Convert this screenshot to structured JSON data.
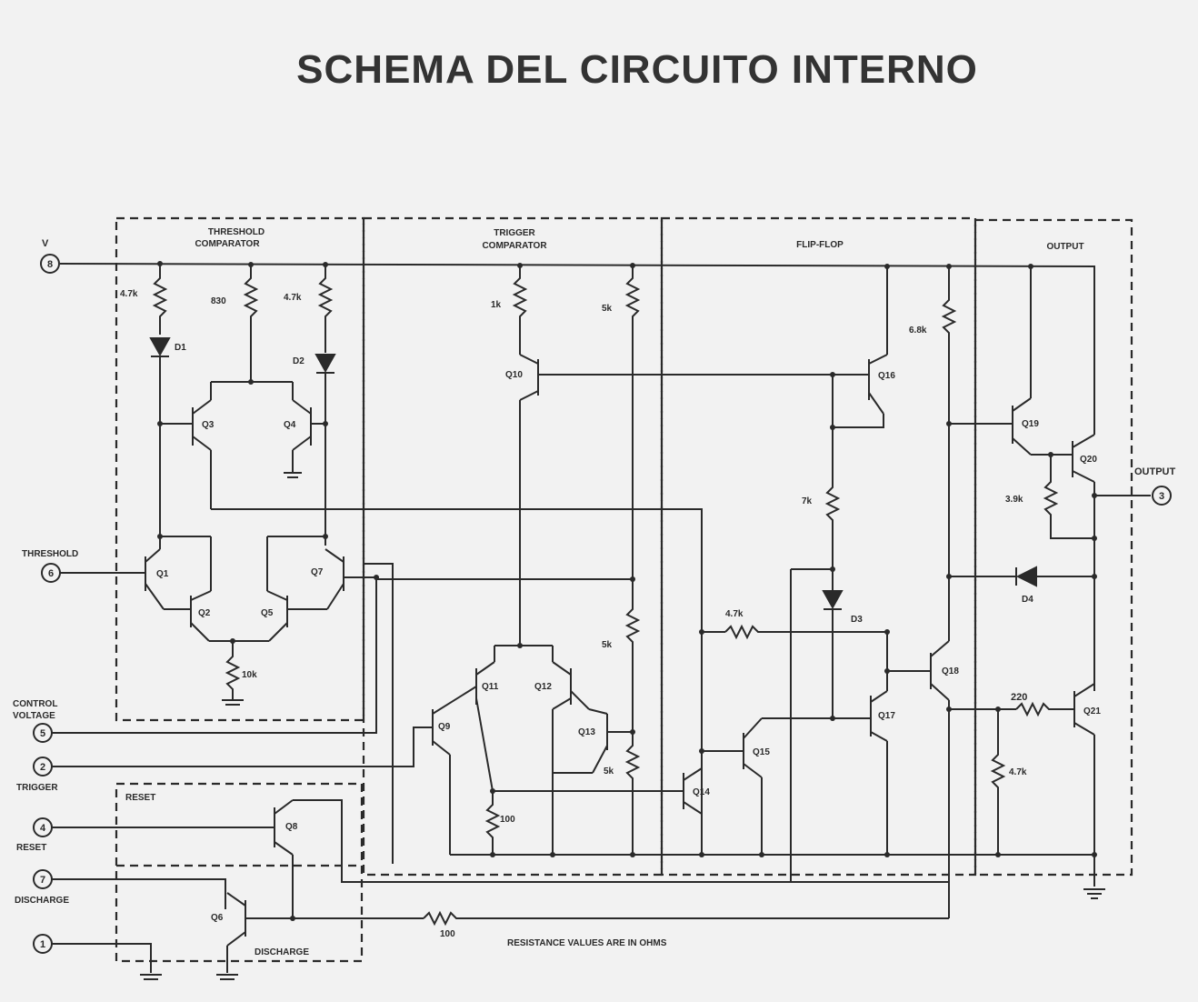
{
  "title": "SCHEMA DEL CIRCUITO INTERNO",
  "sections": {
    "threshold": "THRESHOLD",
    "threshold2": "COMPARATOR",
    "trigger": "TRIGGER",
    "trigger2": "COMPARATOR",
    "flipflop": "FLIP-FLOP",
    "output": "OUTPUT",
    "reset": "RESET",
    "discharge": "DISCHARGE"
  },
  "pins": {
    "p8": "8",
    "p6": "6",
    "p5": "5",
    "p2": "2",
    "p4": "4",
    "p7": "7",
    "p1": "1",
    "p3": "3"
  },
  "pin_labels": {
    "v": "V",
    "threshold": "THRESHOLD",
    "control1": "CONTROL",
    "control2": "VOLTAGE",
    "trigger": "TRIGGER",
    "reset": "RESET",
    "discharge": "DISCHARGE",
    "output": "OUTPUT"
  },
  "components": {
    "r1": "4.7k",
    "r2": "830",
    "r3": "4.7k",
    "r4": "1k",
    "r5": "5k",
    "r6": "6.8k",
    "r7": "3.9k",
    "r8": "7k",
    "r9": "4.7k",
    "r10": "5k",
    "r11": "5k",
    "r12": "10k",
    "r13": "100",
    "r14": "220",
    "r15": "4.7k",
    "r16": "100",
    "d1": "D1",
    "d2": "D2",
    "d3": "D3",
    "d4": "D4",
    "q1": "Q1",
    "q2": "Q2",
    "q3": "Q3",
    "q4": "Q4",
    "q5": "Q5",
    "q6": "Q6",
    "q7": "Q7",
    "q8": "Q8",
    "q9": "Q9",
    "q10": "Q10",
    "q11": "Q11",
    "q12": "Q12",
    "q13": "Q13",
    "q14": "Q14",
    "q15": "Q15",
    "q16": "Q16",
    "q17": "Q17",
    "q18": "Q18",
    "q19": "Q19",
    "q20": "Q20",
    "q21": "Q21"
  },
  "note": "RESISTANCE VALUES ARE IN OHMS"
}
